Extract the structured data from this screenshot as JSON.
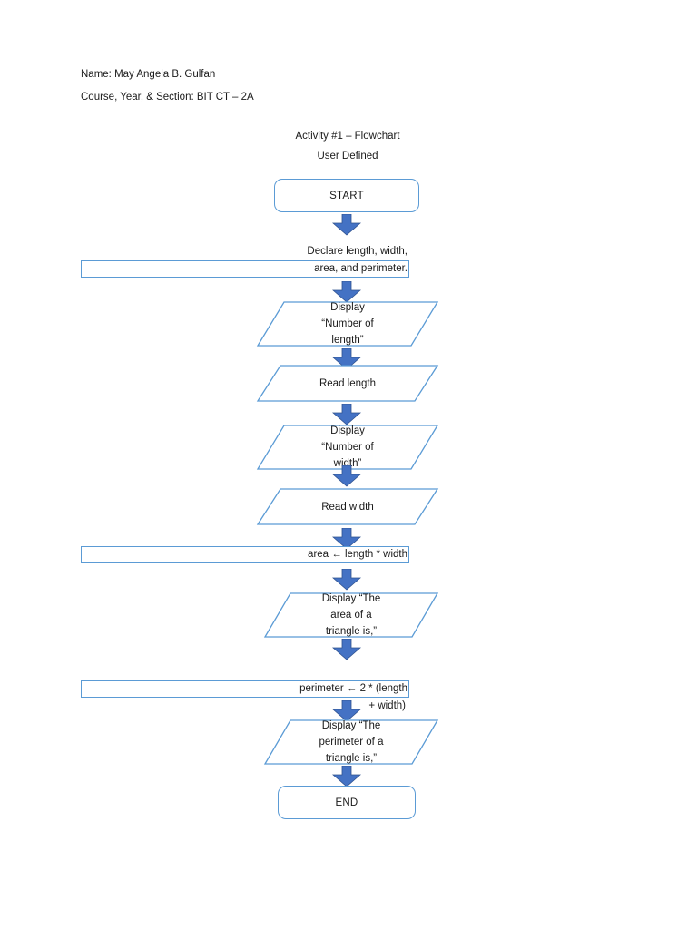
{
  "document": {
    "header": [
      "Name: May Angela B. Gulfan",
      "Course, Year, & Section: BIT CT – 2A"
    ],
    "title": [
      "Activity #1 – Flowchart",
      "User Defined"
    ]
  },
  "colors": {
    "shape_border": "#5B9BD5",
    "arrow_fill": "#4472C4",
    "arrow_stroke": "#2F528F",
    "text": "#1a1a1a",
    "page_background": "#ffffff"
  },
  "flowchart": {
    "type": "flowchart",
    "orientation": "top-to-bottom",
    "nodes": [
      {
        "id": "start",
        "shape": "terminator",
        "text": "START"
      },
      {
        "id": "declare",
        "shape": "process",
        "text": "Declare length, width,\narea, and perimeter."
      },
      {
        "id": "display-length",
        "shape": "parallelogram",
        "text": "Display\n“Number of\nlength”"
      },
      {
        "id": "read-length",
        "shape": "parallelogram",
        "text": "Read length"
      },
      {
        "id": "display-width",
        "shape": "parallelogram",
        "text": "Display\n“Number of\nwidth”"
      },
      {
        "id": "read-width",
        "shape": "parallelogram",
        "text": "Read width"
      },
      {
        "id": "compute-area",
        "shape": "process",
        "text": "area ← length * width"
      },
      {
        "id": "display-area",
        "shape": "parallelogram",
        "text": "Display “The\narea of a\ntriangle is,”"
      },
      {
        "id": "compute-perimeter",
        "shape": "process",
        "text": "perimeter ← 2 * (length\n+ width)"
      },
      {
        "id": "display-perimeter",
        "shape": "parallelogram",
        "text": "Display “The\nperimeter of a\ntriangle is,”"
      },
      {
        "id": "end",
        "shape": "terminator",
        "text": "END"
      }
    ],
    "connectors": [
      {
        "from": "start",
        "to": "declare"
      },
      {
        "from": "declare",
        "to": "display-length"
      },
      {
        "from": "display-length",
        "to": "read-length"
      },
      {
        "from": "read-length",
        "to": "display-width"
      },
      {
        "from": "display-width",
        "to": "read-width"
      },
      {
        "from": "read-width",
        "to": "compute-area"
      },
      {
        "from": "compute-area",
        "to": "display-area"
      },
      {
        "from": "display-area",
        "to": "compute-perimeter"
      },
      {
        "from": "compute-perimeter",
        "to": "display-perimeter"
      },
      {
        "from": "display-perimeter",
        "to": "end"
      }
    ]
  }
}
